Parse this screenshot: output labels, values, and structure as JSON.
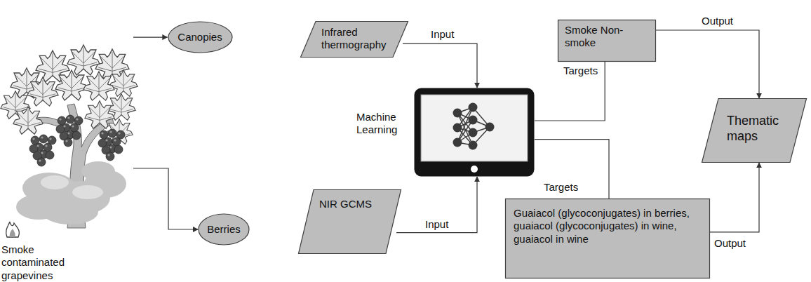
{
  "diagram": {
    "nodes": [
      {
        "text": [
          "Smoke contaminated grapevines"
        ]
      },
      {
        "text": [
          "Canopies"
        ]
      },
      {
        "text": [
          "Infrared thermography"
        ]
      },
      {
        "text": [
          "Smoke Non-smoke"
        ]
      },
      {
        "text": [
          "Machine Learning"
        ]
      },
      {
        "text": [
          "Thematic maps"
        ]
      },
      {
        "text": [
          "Berries"
        ]
      },
      {
        "text": [
          "NIR GCMS"
        ]
      },
      {
        "text": [
          "Guaiacol (glycoconjugates) in berries, guaiacol (glycoconjugates) in wine, guaiacol in wine"
        ]
      }
    ],
    "edges": [
      {
        "from": 0,
        "to": 1,
        "arrow": "to"
      },
      {
        "from": 0,
        "to": 6,
        "arrow": "to"
      },
      {
        "from": 2,
        "to": 4,
        "label": "Input",
        "arrow": "to"
      },
      {
        "from": 7,
        "to": 4,
        "label": "Input",
        "arrow": "to"
      },
      {
        "from": 4,
        "to": 3,
        "label": "Targets",
        "arrow": "none"
      },
      {
        "from": 4,
        "to": 8,
        "label": "Targets",
        "arrow": "none"
      },
      {
        "from": 3,
        "to": 5,
        "label": "Output",
        "arrow": "to"
      },
      {
        "from": 8,
        "to": 5,
        "label": "Output",
        "arrow": "to"
      }
    ]
  }
}
